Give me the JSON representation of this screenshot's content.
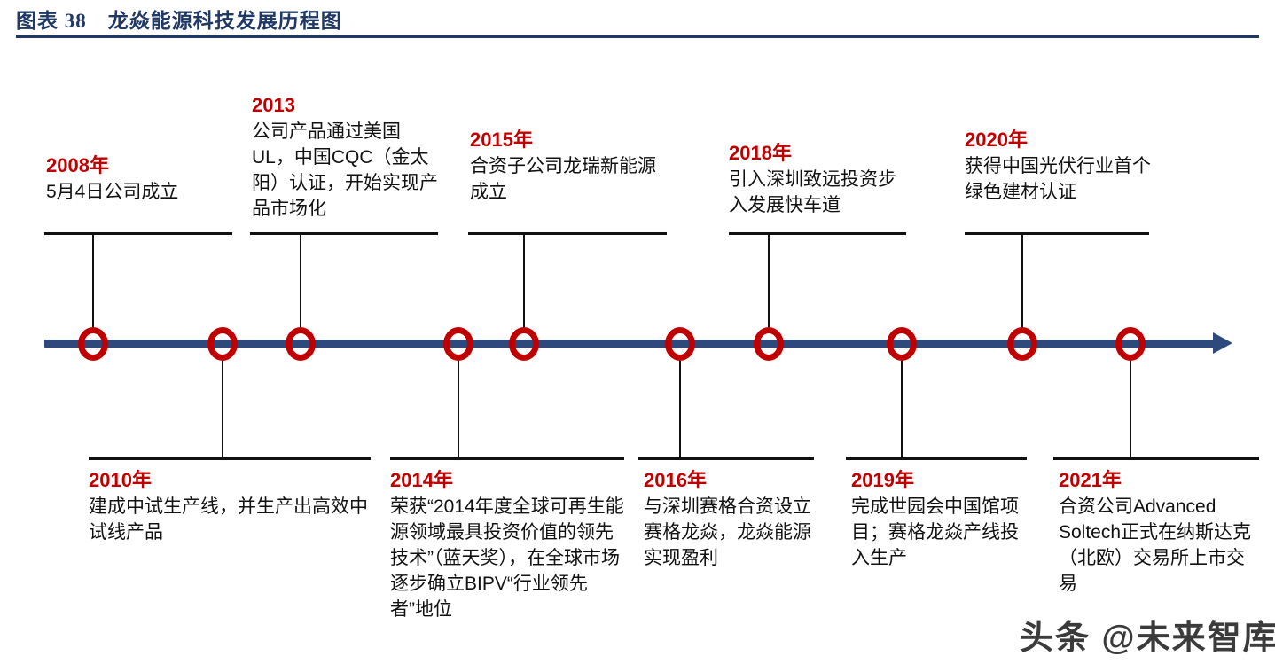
{
  "header": {
    "title": "图表 38　龙焱能源科技发展历程图",
    "rule_color": "#1F3864",
    "title_color": "#1F3864"
  },
  "colors": {
    "accent_red": "#C00000",
    "axis_blue": "#2E4A7D",
    "text_black": "#111111",
    "background": "#FFFFFF"
  },
  "timeline": {
    "orientation": "horizontal",
    "arrow_direction": "right",
    "marker_count": 10,
    "marker_shape": "red-ring"
  },
  "events_above": [
    {
      "year": "2008年",
      "desc": "5月4日公司成立"
    },
    {
      "year": "2013",
      "desc": "公司产品通过美国UL，中国CQC（金太阳）认证，开始实现产品市场化"
    },
    {
      "year": "2015年",
      "desc": "合资子公司龙瑞新能源成立"
    },
    {
      "year": "2018年",
      "desc": "引入深圳致远投资步入发展快车道"
    },
    {
      "year": "2020年",
      "desc": "获得中国光伏行业首个绿色建材认证"
    }
  ],
  "events_below": [
    {
      "year": "2010年",
      "desc": "建成中试生产线，并生产出高效中试线产品"
    },
    {
      "year": "2014年",
      "desc": "荣获“2014年度全球可再生能源领域最具投资价值的领先技术”（蓝天奖），在全球市场逐步确立BIPV“行业领先者”地位"
    },
    {
      "year": "2016年",
      "desc": "与深圳赛格合资设立赛格龙焱，龙焱能源实现盈利"
    },
    {
      "year": "2019年",
      "desc": "完成世园会中国馆项目；赛格龙焱产线投入生产"
    },
    {
      "year": "2021年",
      "desc": "合资公司Advanced Soltech正式在纳斯达克（北欧）交易所上市交易"
    }
  ],
  "watermark": {
    "text": "头条 @未来智库"
  }
}
